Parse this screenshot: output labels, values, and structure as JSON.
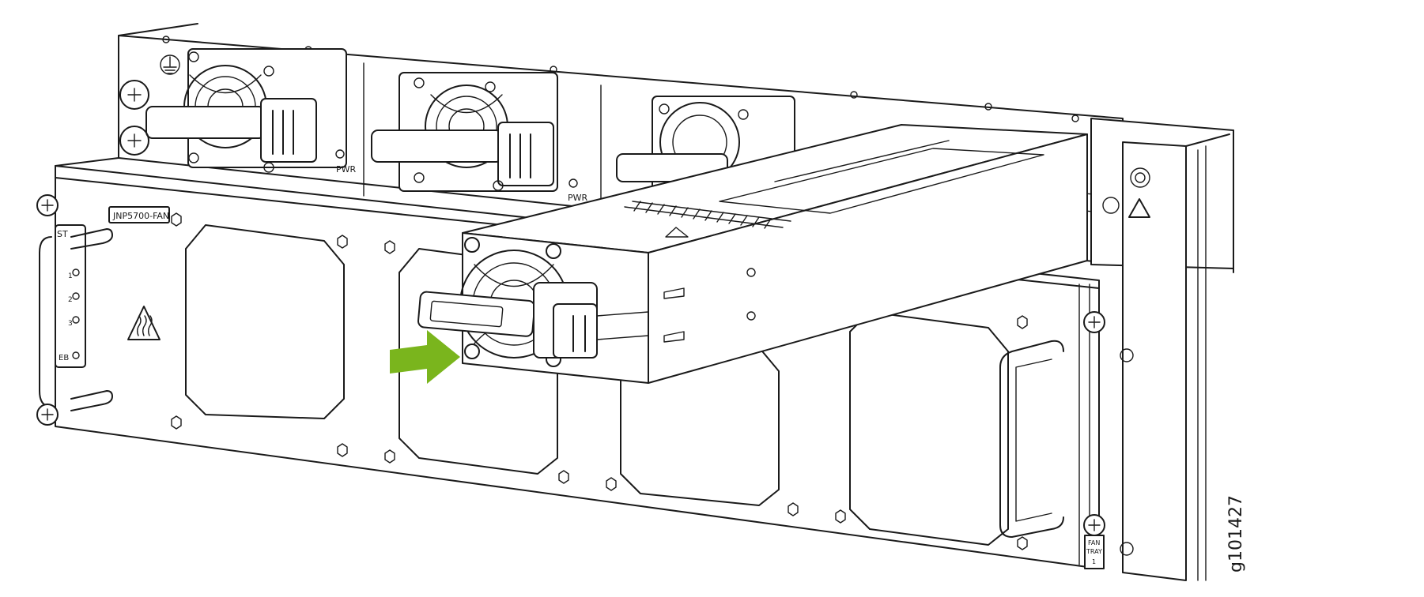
{
  "figure_id": "g101427",
  "labels": {
    "fan_module": "JNP5700-FAN",
    "pwr": "PWR",
    "fan_tray_line1": "FAN",
    "fan_tray_line2": "TRAY",
    "fan_tray_number": "1",
    "status_fragment": "ST",
    "led_1": "1",
    "led_2": "2",
    "led_3": "3",
    "eb_fragment": "EB"
  },
  "colors": {
    "arrow": "#7ab51d",
    "line": "#1a1a1a",
    "background": "#ffffff"
  },
  "icons": [
    "ground-icon",
    "hot-surface-warning-icon",
    "esd-warning-icon",
    "insertion-arrow-icon"
  ]
}
